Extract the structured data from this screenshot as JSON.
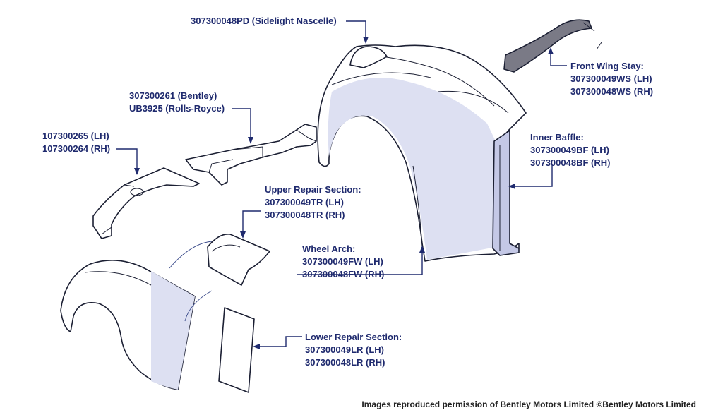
{
  "callouts": {
    "sidelight": {
      "lines": [
        "307300048PD (Sidelight Nascelle)"
      ]
    },
    "bracket": {
      "lines": [
        "307300261 (Bentley)",
        "UB3925 (Rolls-Royce)"
      ]
    },
    "undertray": {
      "lines": [
        "107300265 (LH)",
        "107300264 (RH)"
      ]
    },
    "stay": {
      "lines": [
        "Front Wing Stay:",
        "307300049WS (LH)",
        "307300048WS (RH)"
      ]
    },
    "baffle": {
      "lines": [
        "Inner Baffle:",
        "307300049BF (LH)",
        "307300048BF (RH)"
      ]
    },
    "upper_repair": {
      "lines": [
        "Upper Repair Section:",
        "307300049TR (LH)",
        "307300048TR (RH)"
      ]
    },
    "wheel_arch": {
      "lines": [
        "Wheel Arch:",
        "307300049FW (LH)",
        "307300048FW (RH)"
      ]
    },
    "lower_repair": {
      "lines": [
        "Lower Repair Section:",
        "307300049LR (LH)",
        "307300048LR (RH)"
      ]
    }
  },
  "credit": "Images reproduced permission of Bentley Motors Limited ©Bentley Motors Limited",
  "colors": {
    "label": "#1f2a6e",
    "panel_shade": "#dde0f2",
    "baffle_shade": "#c4c8e6"
  }
}
